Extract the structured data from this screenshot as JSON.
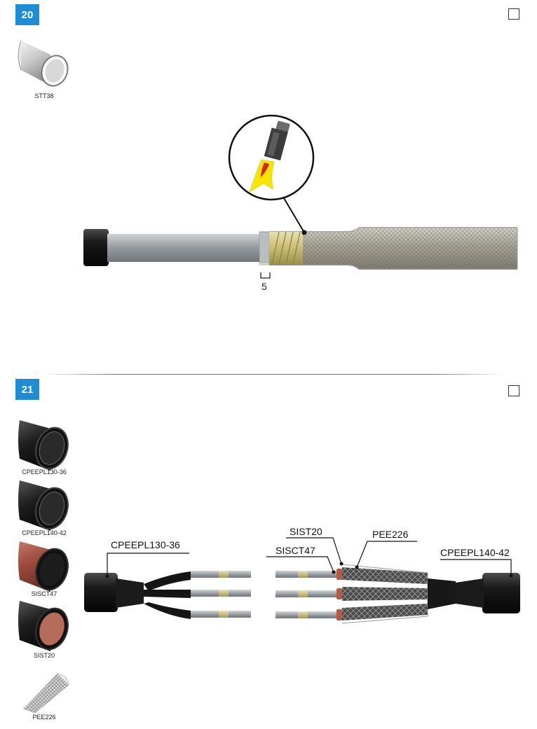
{
  "step20": {
    "number": "20",
    "part": "STT38",
    "dimension": "5"
  },
  "step21": {
    "number": "21",
    "parts": [
      "CPEEPL130-36",
      "CPEEPL140-42",
      "SISCT47",
      "SIST20",
      "PEE226"
    ],
    "callouts": {
      "left_tube": "CPEEPL130-36",
      "sist": "SIST20",
      "sisct": "SISCT47",
      "pee": "PEE226",
      "right_tube": "CPEEPL140-42"
    }
  }
}
